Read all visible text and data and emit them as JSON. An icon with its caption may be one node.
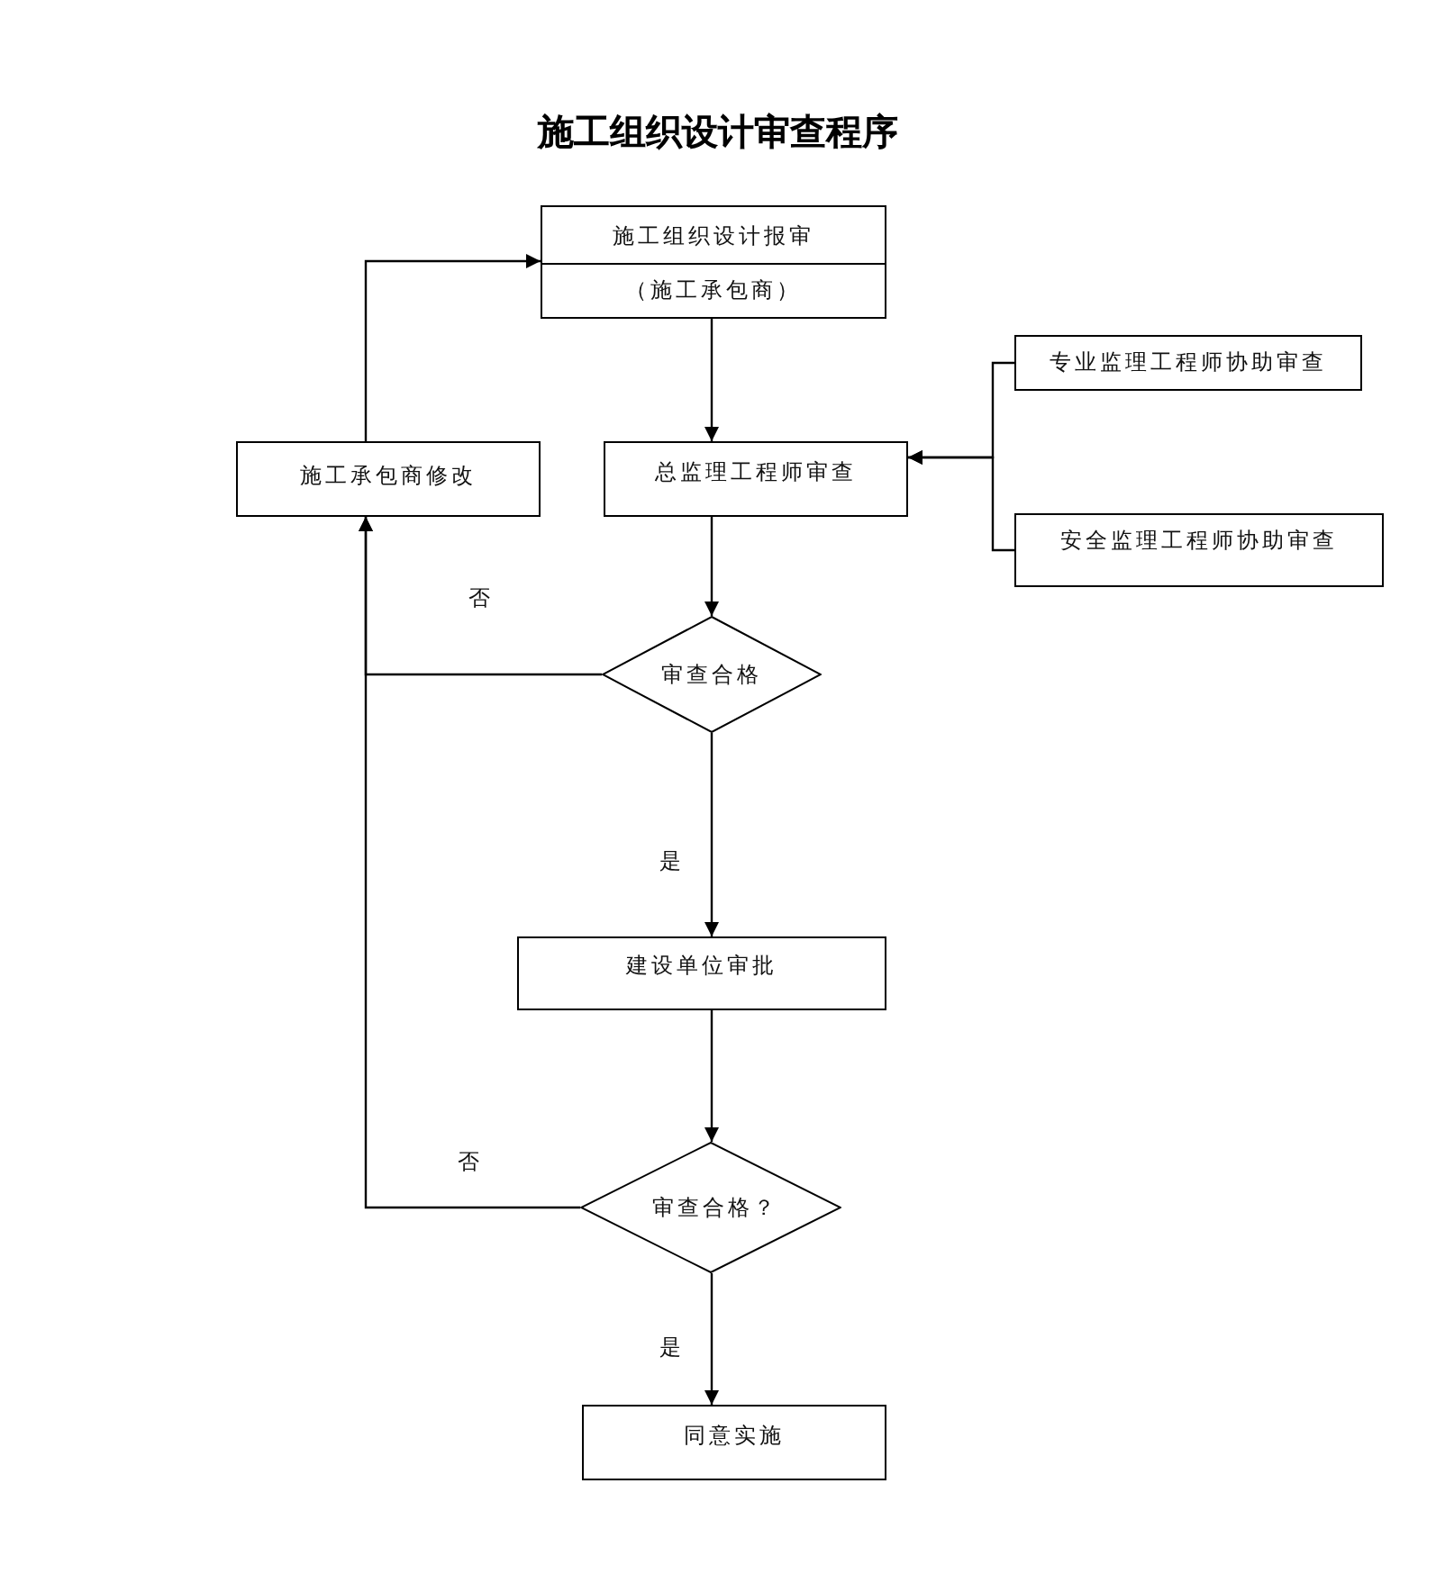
{
  "diagram": {
    "title": "施工组织设计审查程序",
    "nodes": [
      {
        "text": [
          "施工组织设计报审",
          "（施工承包商）"
        ]
      },
      {
        "text": [
          "施工承包商修改"
        ]
      },
      {
        "text": [
          "总监理工程师审查"
        ]
      },
      {
        "text": [
          "专业监理工程师协助审查"
        ]
      },
      {
        "text": [
          "安全监理工程师协助审查"
        ]
      },
      {
        "text": [
          "审查合格"
        ]
      },
      {
        "text": [
          "建设单位审批"
        ]
      },
      {
        "text": [
          "审查合格？"
        ]
      },
      {
        "text": [
          "同意实施"
        ]
      }
    ],
    "edges": [
      {
        "from": 0,
        "to": 2,
        "arrow": "to"
      },
      {
        "from": 1,
        "to": 0,
        "arrow": "to"
      },
      {
        "from": 3,
        "to": 2,
        "arrow": "to"
      },
      {
        "from": 4,
        "to": 2,
        "arrow": "to"
      },
      {
        "from": 2,
        "to": 5,
        "arrow": "to"
      },
      {
        "from": 5,
        "to": 1,
        "arrow": "to",
        "label": "否"
      },
      {
        "from": 5,
        "to": 6,
        "arrow": "to",
        "label": "是"
      },
      {
        "from": 6,
        "to": 7,
        "arrow": "to"
      },
      {
        "from": 7,
        "to": 1,
        "arrow": "to",
        "label": "否"
      },
      {
        "from": 7,
        "to": 8,
        "arrow": "to",
        "label": "是"
      }
    ]
  }
}
